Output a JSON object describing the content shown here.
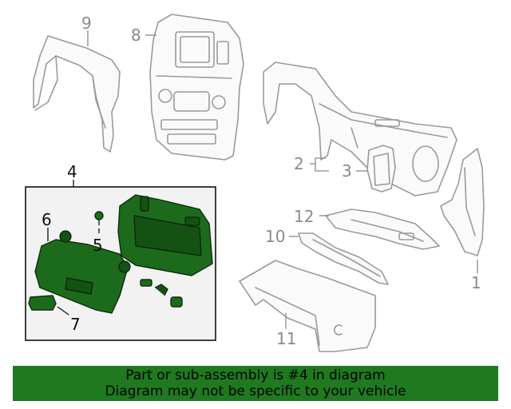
{
  "callouts": {
    "c1": "1",
    "c2": "2",
    "c3": "3",
    "c4": "4",
    "c5": "5",
    "c6": "6",
    "c7": "7",
    "c8": "8",
    "c9": "9",
    "c10": "10",
    "c11": "11",
    "c12": "12"
  },
  "banner": {
    "line1": "Part or sub-assembly is #4 in diagram",
    "line2": "Diagram may not be specific to your vehicle"
  },
  "colors": {
    "highlight": "#1f7a1f",
    "part_green": "#1c6b1c",
    "line_gray": "#9a9a9a"
  }
}
